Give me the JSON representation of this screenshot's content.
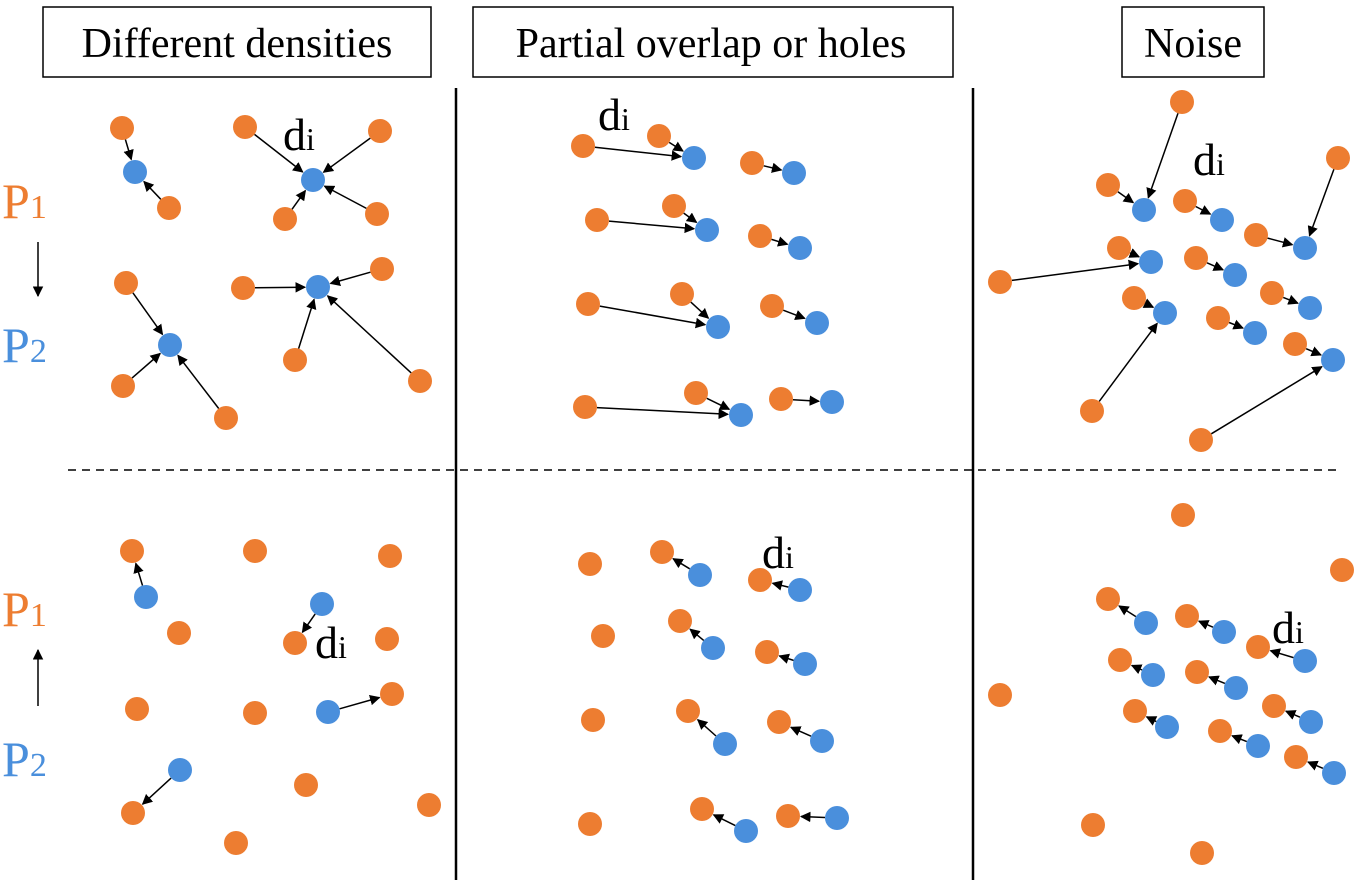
{
  "titles": {
    "densities": "Different densities",
    "overlap": "Partial overlap or holes",
    "noise": "Noise"
  },
  "labels": {
    "p1": "P",
    "p2": "P",
    "p1_sub": "1",
    "p2_sub": "2",
    "d": "d",
    "d_sub": "i"
  },
  "colors": {
    "orange": "#ED7D31",
    "blue": "#4A8FDC",
    "line": "#000000"
  }
}
